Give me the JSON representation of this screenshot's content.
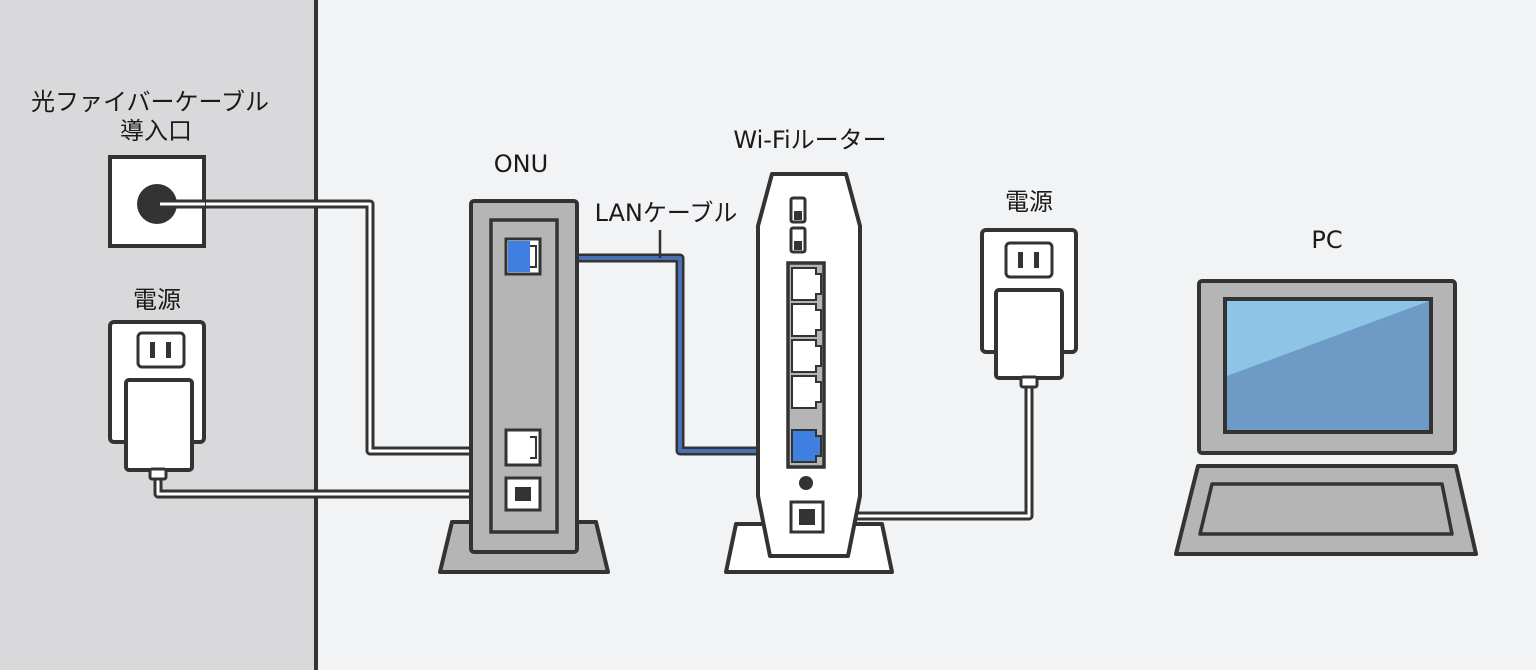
{
  "labels": {
    "fiber_inlet": "光ファイバーケーブル",
    "fiber_inlet_sub": "導入口",
    "power_left": "電源",
    "onu": "ONU",
    "lan_cable": "LANケーブル",
    "router": "Wi-Fiルーター",
    "power_right": "電源",
    "pc": "PC"
  },
  "colors": {
    "wall": "#d9d9db",
    "background": "#f2f3f5",
    "outline": "#333333",
    "device_gray": "#b5b5b5",
    "lan_cable": "#4a6fb3",
    "port_active": "#3f7fe0",
    "screen_light": "#8ec4e6",
    "screen_dark": "#6e9bc6"
  }
}
